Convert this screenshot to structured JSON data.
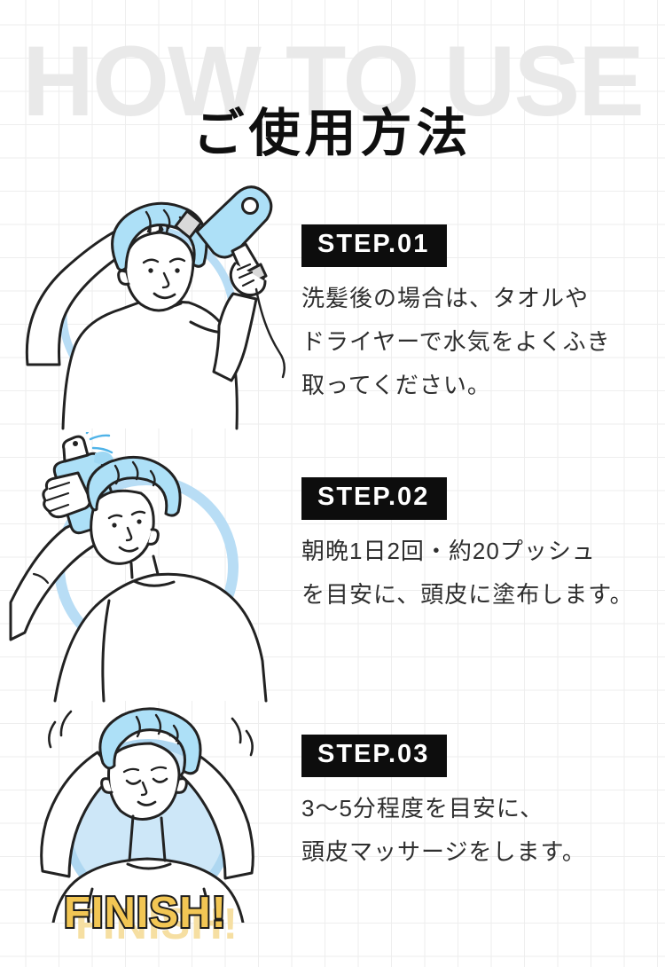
{
  "header": {
    "watermark": "HOW TO USE",
    "title": "ご使用方法"
  },
  "steps": [
    {
      "badge": "STEP.01",
      "lines": [
        "洗髪後の場合は、タオルや",
        "ドライヤーで水気をよくふき",
        "取ってください。"
      ],
      "illustration": "man-drying-hair-with-hairdryer"
    },
    {
      "badge": "STEP.02",
      "lines": [
        "朝晩1日2回・約20プッシュ",
        "を目安に、頭皮に塗布します。"
      ],
      "illustration": "man-applying-spray-to-scalp"
    },
    {
      "badge": "STEP.03",
      "lines": [
        "3〜5分程度を目安に、",
        "頭皮マッサージをします。"
      ],
      "illustration": "man-massaging-scalp"
    }
  ],
  "finish": {
    "label": "FINISH!"
  },
  "colors": {
    "accent_blue": "#b8ddf5",
    "hair_blue": "#ade0f7",
    "outline": "#222222",
    "badge_bg": "#0d0d0d",
    "badge_text": "#ffffff",
    "finish_fill": "#f2c654",
    "finish_outline": "#1c1c1c",
    "finish_shadow": "#f6dfa2",
    "watermark_gray": "#e9e9e9",
    "grid_line": "#eeeeee",
    "body_text": "#2e2e2e"
  }
}
